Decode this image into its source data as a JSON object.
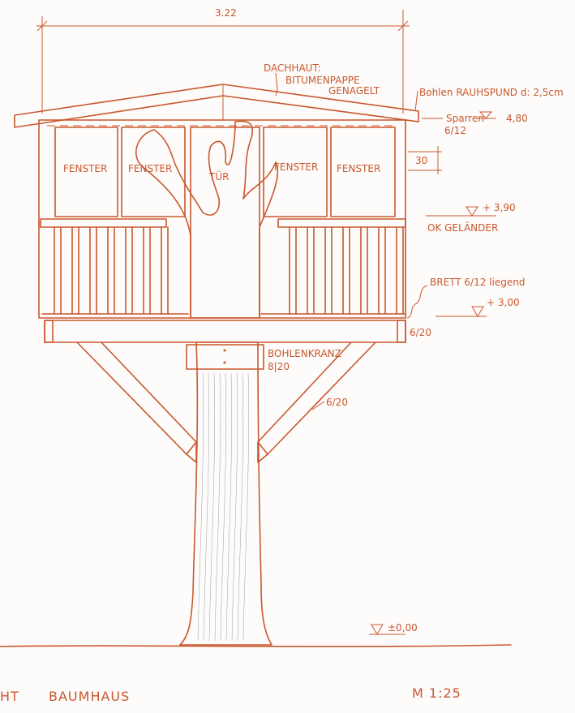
{
  "title": "BAUMHAUS",
  "title_prefix": "HT",
  "scale": "M 1:25",
  "width_dimension": "3.22",
  "roof": {
    "label": "DACHHAUT:",
    "material_1": "BITUMENPAPPE",
    "material_2": "GENAGELT",
    "boards": "Bohlen RAUHSPUND d: 2,5cm",
    "rafters": "Sparren",
    "rafters_size": "6/12",
    "level": "4,80"
  },
  "openings": [
    "FENSTER",
    "FENSTER",
    "TÜR",
    "FENSTER",
    "FENSTER"
  ],
  "window_offset": "30",
  "railing": {
    "level": "+ 3,90",
    "label": "OK GELÄNDER"
  },
  "floor": {
    "label": "BRETT 6/12 liegend",
    "level": "+ 3,00",
    "beam": "6/20"
  },
  "collar": {
    "label": "BOHLENKRANZ",
    "size": "8|20"
  },
  "strut": "6/20",
  "ground_level": "±0,00",
  "colors": {
    "ink": "#c9572d",
    "hatch": "#9a9aa6"
  }
}
